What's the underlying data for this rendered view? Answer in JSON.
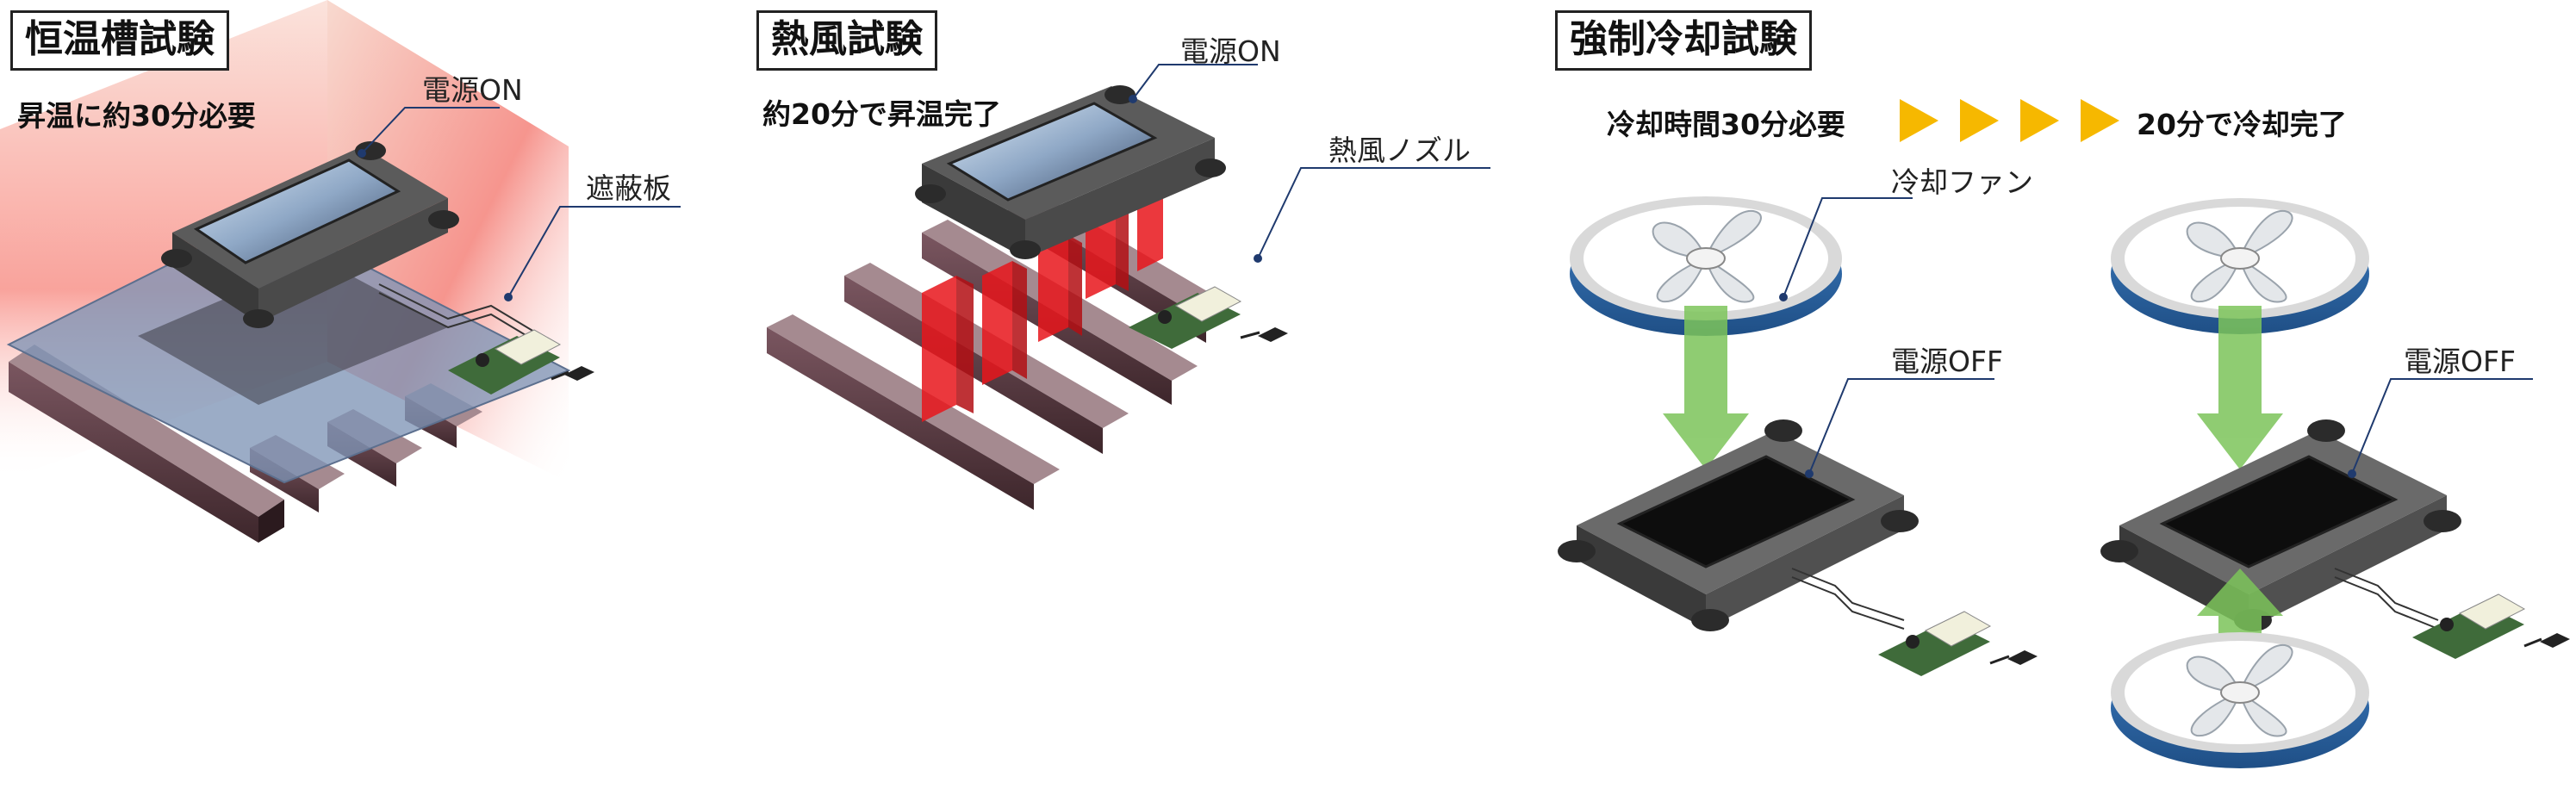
{
  "tests": [
    {
      "title": "恒温槽試験",
      "subtitle": "昇温に約30分必要",
      "callouts": {
        "power": "電源ON",
        "shield": "遮蔽板"
      }
    },
    {
      "title": "熱風試験",
      "subtitle": "約20分で昇温完了",
      "callouts": {
        "power": "電源ON",
        "nozzle": "熱風ノズル"
      }
    },
    {
      "title": "強制冷却試験",
      "comparison": {
        "before": "冷却時間30分必要",
        "after": "20分で冷却完了",
        "arrow_count": 4
      },
      "callouts": {
        "fan": "冷却ファン",
        "power_off_left": "電源OFF",
        "power_off_right": "電源OFF"
      }
    }
  ],
  "colors": {
    "heat": "#e8161c",
    "airflow": "#7cc45a",
    "fan_ring": "#2c6cb0",
    "arrow": "#f6b800",
    "shield": "#7f95b6"
  }
}
